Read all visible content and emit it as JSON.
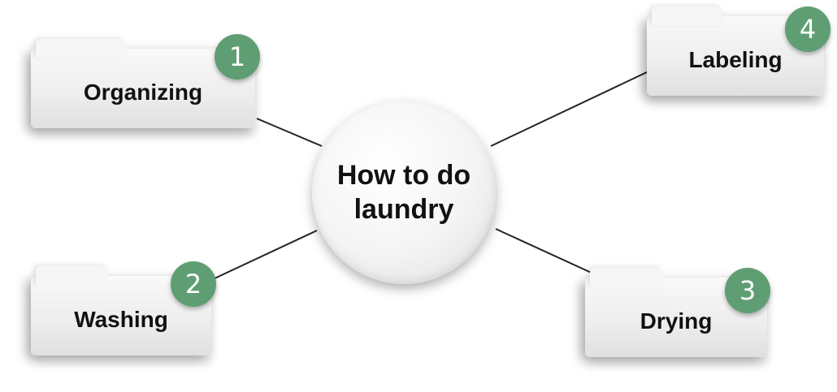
{
  "hub": {
    "title": "How to do laundry"
  },
  "steps": [
    {
      "number": "1",
      "label": "Organizing"
    },
    {
      "number": "2",
      "label": "Washing"
    },
    {
      "number": "3",
      "label": "Drying"
    },
    {
      "number": "4",
      "label": "Labeling"
    }
  ],
  "colors": {
    "badge": "#5f9e73",
    "connector": "#222222",
    "text": "#111111"
  }
}
